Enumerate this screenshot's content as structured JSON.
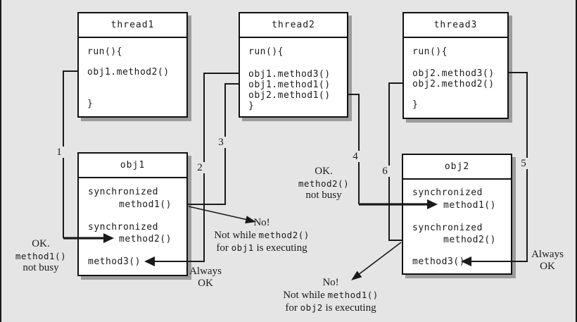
{
  "figure": {
    "description": "Threads calling synchronized and unsynchronized methods on two objects"
  },
  "colors": {
    "background": "#e5e5e6",
    "box_fill": "#ffffff",
    "line": "#1a1a1a",
    "shadow": "#9c9c9c"
  },
  "threads": [
    {
      "title": "thread1",
      "lines": [
        "run(){",
        "obj1.method2()",
        "}"
      ]
    },
    {
      "title": "thread2",
      "lines": [
        "run(){",
        "obj1.method3()",
        "obj1.method1()",
        "obj2.method1()",
        "}"
      ]
    },
    {
      "title": "thread3",
      "lines": [
        "run(){",
        "obj2.method3()",
        "obj2.method2()",
        "}"
      ]
    }
  ],
  "objects": [
    {
      "title": "obj1",
      "rows": [
        {
          "modifier": "synchronized",
          "name": "method1()"
        },
        {
          "modifier": "synchronized",
          "name": "method2()"
        },
        {
          "name": "method3()"
        }
      ]
    },
    {
      "title": "obj2",
      "rows": [
        {
          "modifier": "synchronized",
          "name": "method1()"
        },
        {
          "modifier": "synchronized",
          "name": "method2()"
        },
        {
          "name": "method3()"
        }
      ]
    }
  ],
  "call_labels": [
    "1",
    "2",
    "3",
    "4",
    "5",
    "6"
  ],
  "annotations": {
    "ok_left": {
      "l1": "OK.",
      "code": "method1()",
      "l3": "not busy"
    },
    "always_ok_left": {
      "l1": "Always",
      "l2": "OK"
    },
    "no_obj1": {
      "l1": "No!",
      "pre": "Not while ",
      "code": "method2()",
      "pre2": "for ",
      "code2": "obj1",
      "post2": " is executing"
    },
    "ok_mid": {
      "l1": "OK.",
      "code": "method2()",
      "l3": "not busy"
    },
    "no_obj2": {
      "l1": "No!",
      "pre": "Not while ",
      "code": "method1()",
      "pre2": "for ",
      "code2": "obj2",
      "post2": " is executing"
    },
    "always_ok_right": {
      "l1": "Always",
      "l2": "OK"
    }
  }
}
